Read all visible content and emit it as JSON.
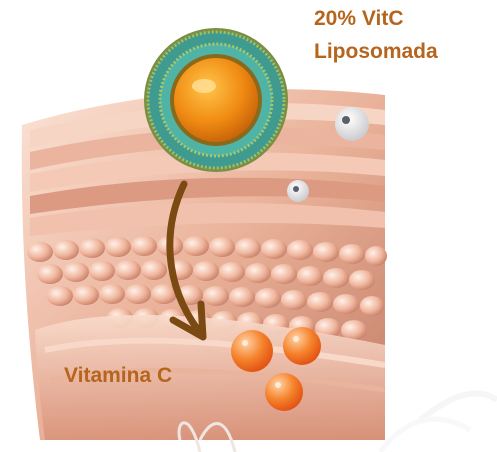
{
  "headline": {
    "line1": "20% VitC",
    "line2": "Liposomada"
  },
  "molecule_label": "Vitamina C",
  "colors": {
    "text_brown": "#b5651d",
    "arrow_brown": "#7a4a12",
    "skin_light": "#f6d2c0",
    "skin_mid": "#e7a98d",
    "skin_dark": "#c9826a",
    "liposome_shell": "#3f9a8f",
    "liposome_core": "#f08a12",
    "vitamin_orange": "#f2711c"
  },
  "icons": [
    "liposome-icon",
    "vitamin-c-molecule-icon",
    "skin-layer-illustration",
    "curved-arrow-icon"
  ]
}
